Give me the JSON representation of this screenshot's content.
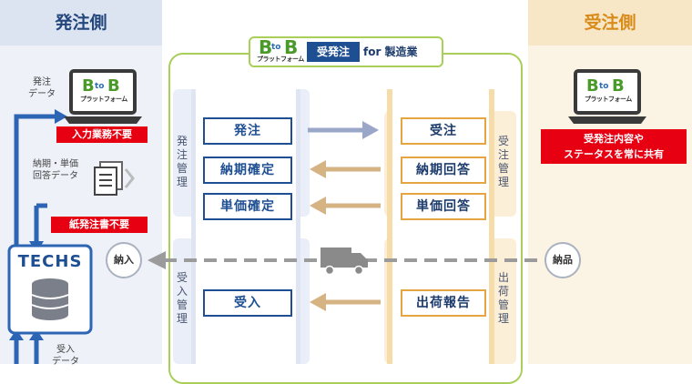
{
  "left": {
    "title": "発注側",
    "order_data": [
      "発注",
      "データ"
    ],
    "red_input": "入力業務不要",
    "delivery_data": [
      "納期・単価",
      "回答データ"
    ],
    "red_paper": "紙発注書不要",
    "system": "TECHS",
    "receive_data": [
      "受入",
      "データ"
    ]
  },
  "right": {
    "title": "受注側",
    "red_share": [
      "受発注内容や",
      "ステータスを常に共有"
    ]
  },
  "platform": {
    "logo_big": "BtoB",
    "logo_to": "to",
    "logo_sub": "プラットフォーム",
    "badge": "受発注",
    "for_text": "for 製造業"
  },
  "lanes": {
    "order_mgmt": "発注管理",
    "receive_mgmt": "受入管理",
    "accept_mgmt": "受注管理",
    "ship_mgmt": "出荷管理"
  },
  "buyer_actions": [
    "発注",
    "納期確定",
    "単価確定",
    "受入"
  ],
  "seller_actions": [
    "受注",
    "納期回答",
    "単価回答",
    "出荷報告"
  ],
  "delivery": {
    "nyuka": "納入",
    "nohin": "納品"
  },
  "colors": {
    "navy": "#1f4f93",
    "orange": "#e4a542",
    "green": "#a9cf59",
    "red": "#e60012"
  }
}
